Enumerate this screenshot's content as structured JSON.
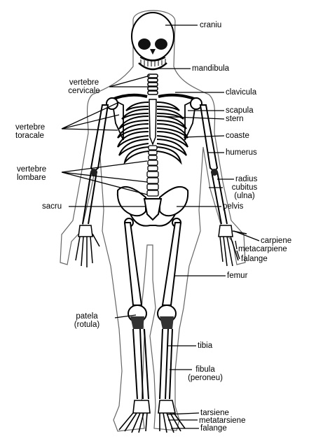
{
  "labels": {
    "craniu": "craniu",
    "mandibula": "mandibula",
    "vertebre_cervicale_1": "vertebre",
    "vertebre_cervicale_2": "cervicale",
    "clavicula": "clavicula",
    "scapula": "scapula",
    "stern": "stern",
    "vertebre_toracale_1": "vertebre",
    "vertebre_toracale_2": "toracale",
    "coaste": "coaste",
    "humerus": "humerus",
    "vertebre_lombare_1": "vertebre",
    "vertebre_lombare_2": "lombare",
    "radius": "radius",
    "cubitus_1": "cubitus",
    "cubitus_2": "(ulna)",
    "sacru": "sacru",
    "pelvis": "pelvis",
    "carpiene": "carpiene",
    "metacarpiene": "metacarpiene",
    "falange_hand": "falange",
    "femur": "femur",
    "patela_1": "patela",
    "patela_2": "(rotula)",
    "tibia": "tibia",
    "fibula_1": "fibula",
    "fibula_2": "(peroneu)",
    "tarsiene": "tarsiene",
    "metatarsiene": "metatarsiene",
    "falange_foot": "falange"
  },
  "colors": {
    "outline": "#000000",
    "bone_fill": "#ffffff",
    "shadow": "#2a2a2a",
    "body_outline": "#666666"
  }
}
